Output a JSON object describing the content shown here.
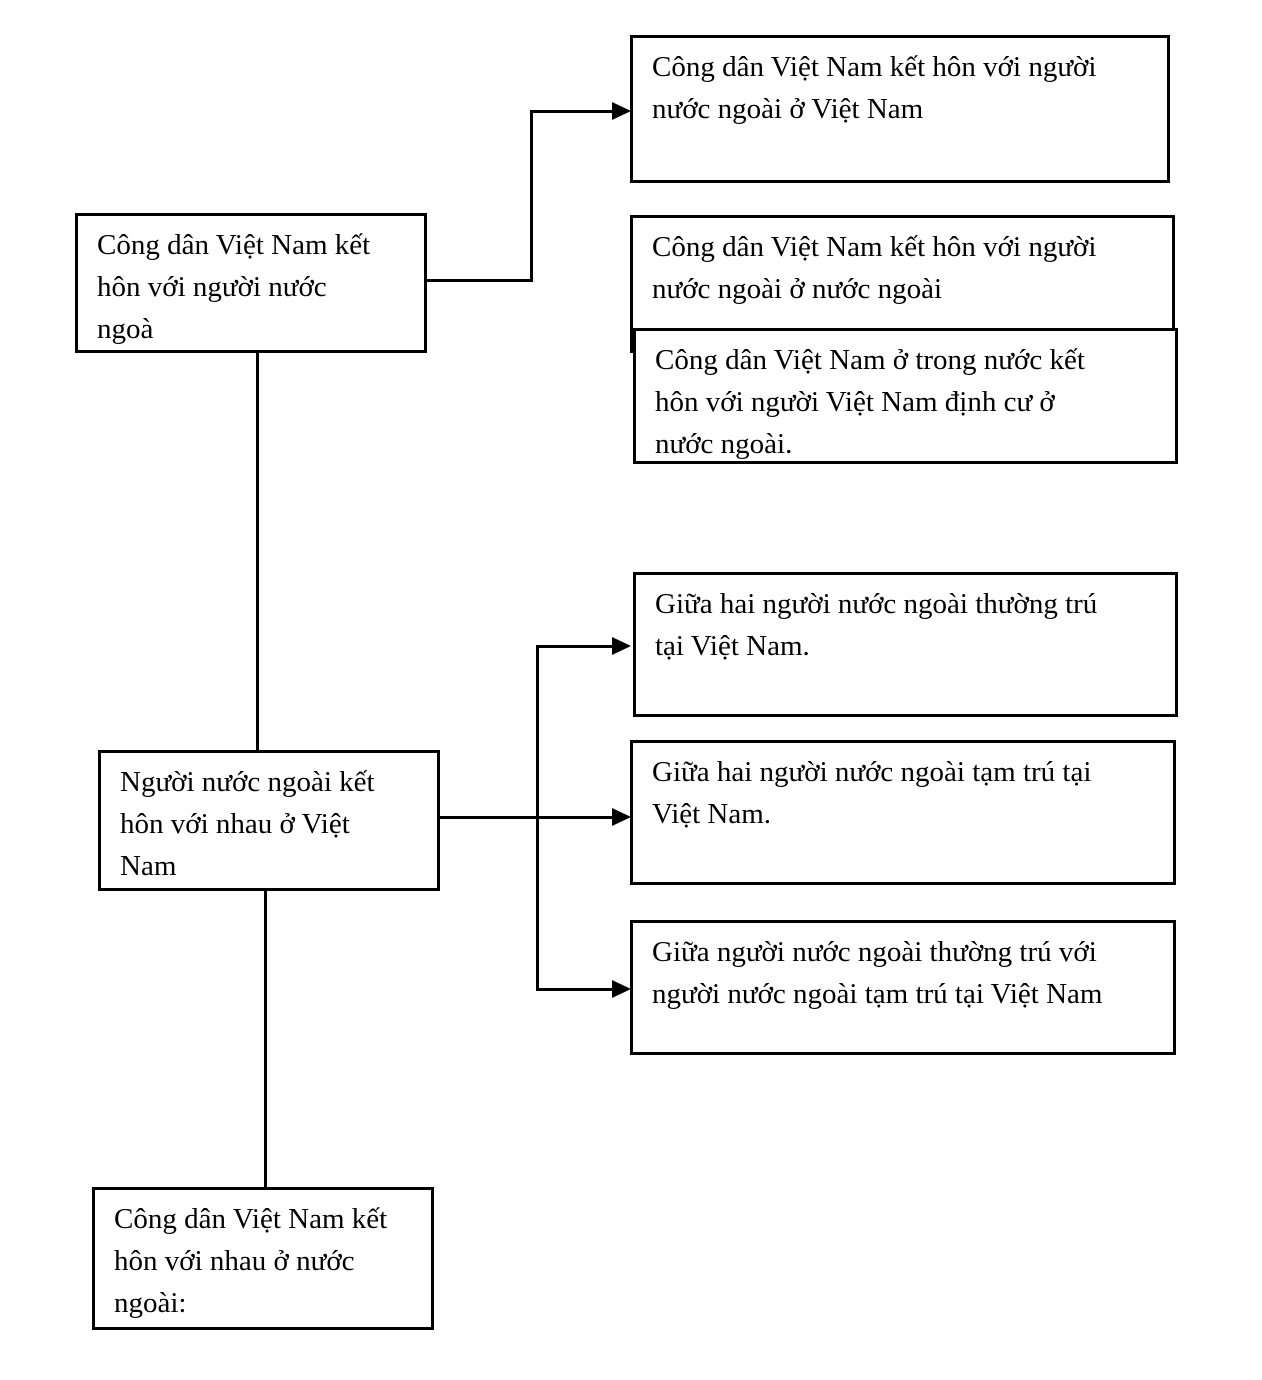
{
  "diagram": {
    "type": "flowchart",
    "colors": {
      "background": "#ffffff",
      "box_fill": "#ffffff",
      "box_border": "#000000",
      "line": "#000000",
      "text": "#000000"
    },
    "nodes": {
      "left_1": {
        "label": "Công dân Việt Nam kết\nhôn với người nước\nngoà"
      },
      "left_2": {
        "label": "Người nước ngoài kết\nhôn với nhau ở Việt\nNam"
      },
      "left_3": {
        "label": "Công dân Việt Nam kết\nhôn với nhau ở nước\nngoài:"
      },
      "right_1": {
        "label": "Công dân Việt Nam kết hôn với người\nnước ngoài ở Việt Nam"
      },
      "right_2": {
        "label": "Công dân Việt Nam kết hôn với người\nnước ngoài ở nước ngoài"
      },
      "right_3": {
        "label": "Công dân Việt Nam ở trong nước kết\nhôn với người Việt Nam định cư ở\nnước ngoài."
      },
      "right_4": {
        "label": "Giữa hai người nước ngoài thường trú\ntại Việt Nam."
      },
      "right_5": {
        "label": "Giữa hai người nước ngoài tạm trú tại\nViệt Nam."
      },
      "right_6": {
        "label": "Giữa người nước ngoài thường trú với\nngười nước ngoài tạm trú tại Việt Nam"
      }
    },
    "edges": [
      {
        "from": "left_1",
        "to": "right_1",
        "arrow": true
      },
      {
        "from": "left_1",
        "to": "left_2",
        "arrow": false
      },
      {
        "from": "left_2",
        "to": "right_4",
        "arrow": true
      },
      {
        "from": "left_2",
        "to": "right_5",
        "arrow": true
      },
      {
        "from": "left_2",
        "to": "right_6",
        "arrow": true
      },
      {
        "from": "left_2",
        "to": "left_3",
        "arrow": false
      }
    ]
  }
}
